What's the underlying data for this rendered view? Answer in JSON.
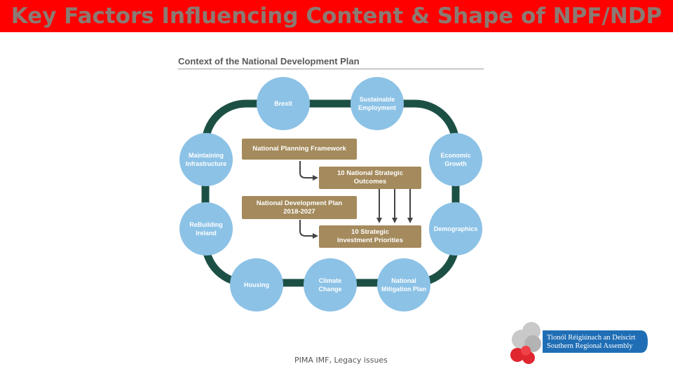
{
  "slide": {
    "title": "Key Factors Influencing Content & Shape of NPF/NDP",
    "footer": "PIMA IMF, Legacy issues"
  },
  "figure": {
    "title": "Context of the National Development Plan",
    "circles": [
      "Brexit",
      "Sustainable\nEmployment",
      "Maintaining\nInfrastructure",
      "Economic\nGrowth",
      "ReBuilding\nIreland",
      "Demographics",
      "Housing",
      "Climate\nChange",
      "National\nMitigation Plan"
    ],
    "boxes": [
      "National Planning Framework",
      "10 National Strategic\nOutcomes",
      "National Development Plan\n2018-2027",
      "10 Strategic\nInvestment Priorities"
    ]
  },
  "logo": {
    "line1": "Tionól Réigiúnach an Deiscirt",
    "line2": "Southern Regional Assembly"
  },
  "colors": {
    "title_bar": "#ff0000",
    "circle": "#8cc2e6",
    "loop": "#1d5045",
    "box": "#a48a5c",
    "logo_blue": "#1f6eb5",
    "logo_red": "#e0262f"
  }
}
